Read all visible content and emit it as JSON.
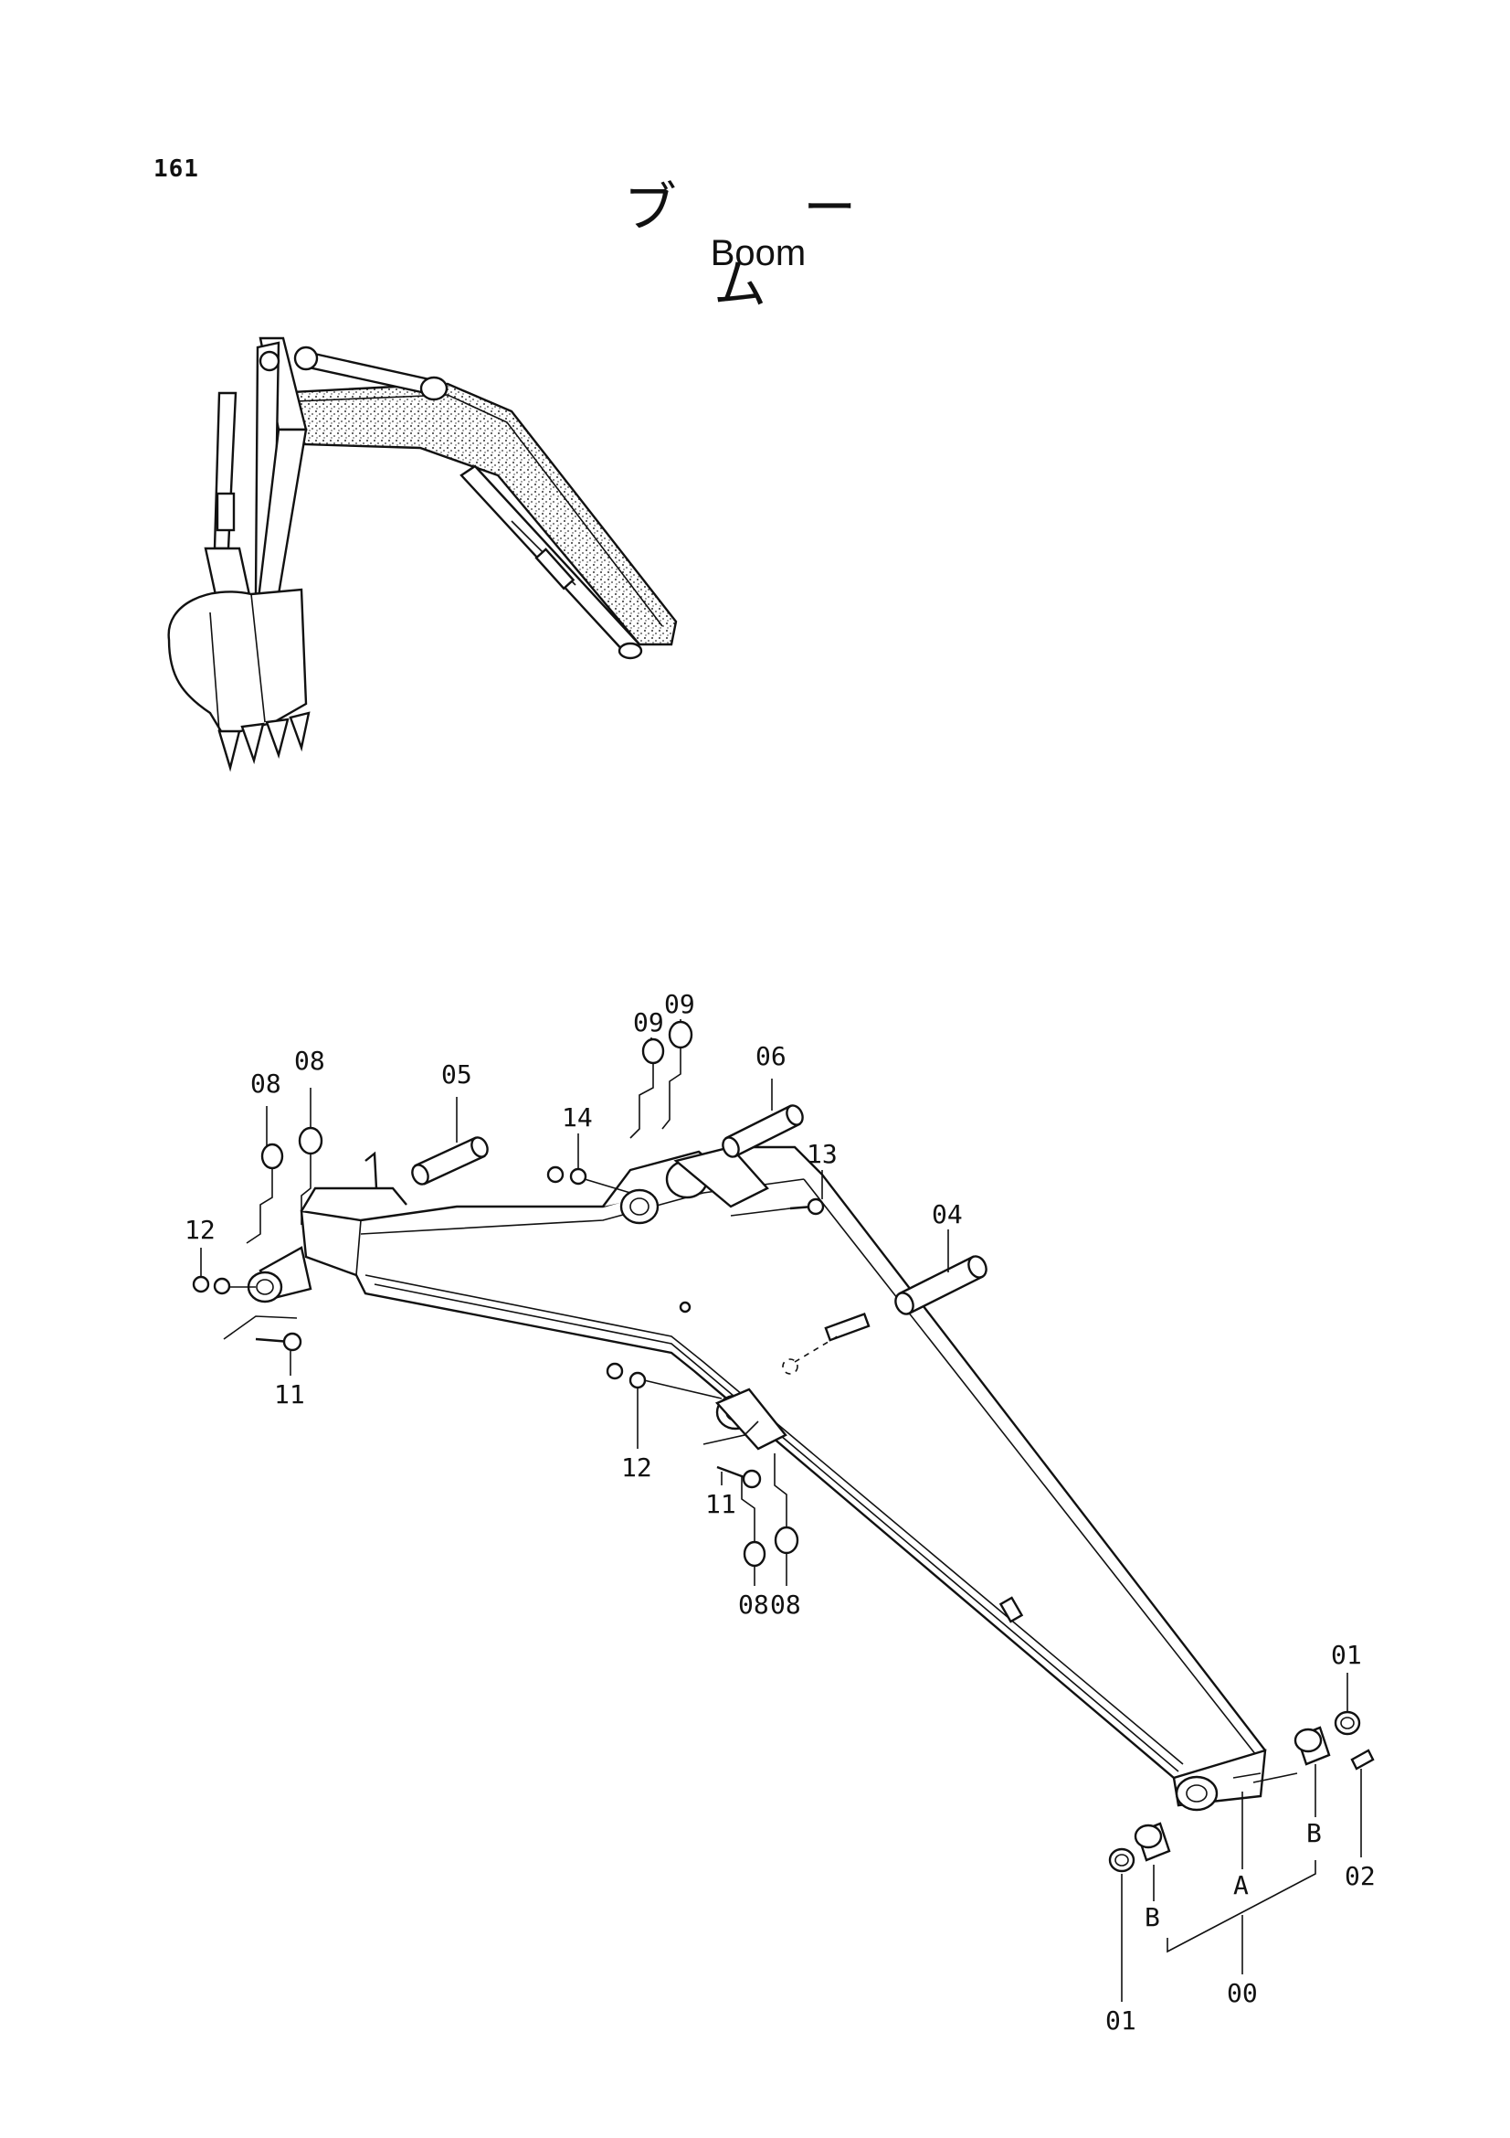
{
  "page_number": "161",
  "title_jp": "ブ ー ム",
  "title_en": "Boom",
  "callouts": {
    "c00": "00",
    "c01a": "01",
    "c01b": "01",
    "c02": "02",
    "c04": "04",
    "c05": "05",
    "c06": "06",
    "c08a": "08",
    "c08b": "08",
    "c08c": "08",
    "c08d": "08",
    "c09a": "09",
    "c09b": "09",
    "c11a": "11",
    "c11b": "11",
    "c12a": "12",
    "c12b": "12",
    "c13": "13",
    "c14": "14",
    "cA": "A",
    "cB1": "B",
    "cB2": "B"
  }
}
